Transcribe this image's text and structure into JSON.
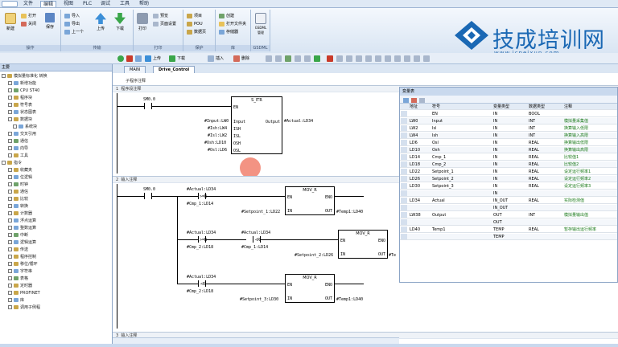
{
  "menu": {
    "app_button": "",
    "items": [
      "文件",
      "编辑",
      "视图",
      "PLC",
      "调试",
      "工具",
      "帮助"
    ],
    "active_index": 1
  },
  "ribbon": {
    "groups": [
      {
        "title": "操作",
        "big": [
          {
            "label": "新建"
          }
        ],
        "small": [
          "打开",
          "关闭",
          "保存"
        ]
      },
      {
        "title": "传输",
        "big": [
          {
            "label": "上传"
          },
          {
            "label": "下载"
          }
        ],
        "small": [
          "导入",
          "导出",
          "上一个"
        ]
      },
      {
        "title": "打印",
        "big": [
          {
            "label": "打印"
          }
        ],
        "small": [
          "预览",
          "页面设置"
        ]
      },
      {
        "title": "保护",
        "big": [],
        "small": [
          "项目",
          "POU",
          "数据页"
        ]
      },
      {
        "title": "库",
        "big": [],
        "small": [
          "创建",
          "打开文件夹",
          "存储器"
        ]
      },
      {
        "title": "GSDML",
        "big": [
          {
            "label": "GSDML\n管理"
          }
        ],
        "small": []
      }
    ]
  },
  "watermark": {
    "title": "技成培训网",
    "url": "www.jcpeixun.com"
  },
  "left_panel": {
    "header": "主要",
    "items": [
      "模拟量标准化 转换",
      "新增功能",
      "CPU ST40",
      "程序块",
      "符号表",
      "状态图表",
      "数据块",
      "系统块",
      "交叉引用",
      "通信",
      "向导",
      "工具",
      "指令",
      "收藏夹",
      "位逻辑",
      "时钟",
      "通信",
      "比较",
      "转换",
      "计数器",
      "浮点运算",
      "整数运算",
      "中断",
      "逻辑运算",
      "传送",
      "程序控制",
      "移位/循环",
      "字符串",
      "表格",
      "定时器",
      "PROFINET",
      "库",
      "调用子例程"
    ]
  },
  "toolbar2": {
    "upload": "上传",
    "download": "下载",
    "insert": "插入",
    "delete": "删除"
  },
  "tabs": [
    {
      "label": "MAIN",
      "selected": false
    },
    {
      "label": "Drive_Control",
      "selected": true
    }
  ],
  "editor": {
    "sub_comment": "子程序注释",
    "networks": [
      {
        "num": "1",
        "comment": "程序段注释"
      },
      {
        "num": "2",
        "comment": "输入注释"
      },
      {
        "num": "3",
        "comment": "输入注释"
      }
    ],
    "n1": {
      "contact": "SM0.0",
      "box_title": "S_ITR",
      "pin_en": "EN",
      "pins": [
        "Input",
        "ISH",
        "ISL",
        "OSH",
        "OSL"
      ],
      "pin_params": [
        "#Input:LW0",
        "#Ish:LW4",
        "#Isl:LW2",
        "#Osh:LD10",
        "#Osl:LD6"
      ],
      "output": "Output",
      "output_param": "#Actual:LD34"
    },
    "n2": {
      "contact": "SM0.0",
      "r1_top": "#Actual:LD34",
      "r1_op": ">=R",
      "r1_bot": "#Cmp_1:LD14",
      "mov1": "MOV_R",
      "mov1_in": "#Setpoint_1:LD22",
      "mov1_out": "#Temp1:LD40",
      "r2a_top": "#Actual:LD34",
      "r2a_op": ">=R",
      "r2a_bot": "#Cmp_2:LD18",
      "r2b_top": "#Actual:LD34",
      "r2b_op": "<R",
      "r2b_bot": "#Cmp_1:LD14",
      "mov2": "MOV_R",
      "mov2_in": "#Setpoint_2:LD26",
      "mov2_out": "#Te",
      "r3_top": "#Actual:LD34",
      "r3_op": "<R",
      "r3_bot": "#Cmp_2:LD18",
      "mov3": "MOV_R",
      "mov3_in": "#Setpoint_3:LD30",
      "mov3_out": "#Temp1:LD40",
      "en": "EN",
      "eno": "ENO",
      "in": "IN",
      "out": "OUT"
    }
  },
  "var_table": {
    "title": "变量表",
    "columns": [
      "地址",
      "符号",
      "变量类型",
      "数据类型",
      "注释"
    ],
    "rows": [
      [
        "",
        "EN",
        "IN",
        "BOOL",
        ""
      ],
      [
        "LW0",
        "Input",
        "IN",
        "INT",
        "模拟量采集值"
      ],
      [
        "LW2",
        "Isl",
        "IN",
        "INT",
        "换算输入低限"
      ],
      [
        "LW4",
        "Ish",
        "IN",
        "INT",
        "换算输入高限"
      ],
      [
        "LD6",
        "Osl",
        "IN",
        "REAL",
        "换算输出低限"
      ],
      [
        "LD10",
        "Osh",
        "IN",
        "REAL",
        "换算输出高限"
      ],
      [
        "LD14",
        "Cmp_1",
        "IN",
        "REAL",
        "比较值1"
      ],
      [
        "LD18",
        "Cmp_2",
        "IN",
        "REAL",
        "比较值2"
      ],
      [
        "LD22",
        "Setpoint_1",
        "IN",
        "REAL",
        "设定运行频率1"
      ],
      [
        "LD26",
        "Setpoint_2",
        "IN",
        "REAL",
        "设定运行频率2"
      ],
      [
        "LD30",
        "Setpoint_3",
        "IN",
        "REAL",
        "设定运行频率3"
      ],
      [
        "",
        "",
        "IN",
        "",
        ""
      ],
      [
        "LD34",
        "Actual",
        "IN_OUT",
        "REAL",
        "实际检测值"
      ],
      [
        "",
        "",
        "IN_OUT",
        "",
        ""
      ],
      [
        "LW38",
        "Output",
        "OUT",
        "INT",
        "模拟量输出值"
      ],
      [
        "",
        "",
        "OUT",
        "",
        ""
      ],
      [
        "LD40",
        "Temp1",
        "TEMP",
        "REAL",
        "暂存输出运行频率"
      ],
      [
        "",
        "",
        "TEMP",
        "",
        ""
      ]
    ]
  },
  "colors": {
    "accent": "#1a68b4",
    "comment_green": "#1a7a1a"
  }
}
